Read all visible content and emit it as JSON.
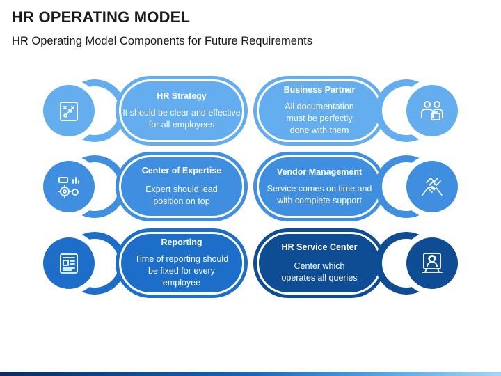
{
  "header": {
    "title": "HR OPERATING MODEL",
    "subtitle": "HR Operating Model Components for Future Requirements"
  },
  "colors": {
    "row1": "#64adee",
    "row2": "#3f8ee0",
    "row3": "#1c6ec8",
    "row3_right": "#0e4d93"
  },
  "items": [
    {
      "title": "HR Strategy",
      "description": "It should be clear and effective for all employees",
      "icon": "strategy-board-icon"
    },
    {
      "title": "Business Partner",
      "description": "All documentation must be perfectly done with them",
      "icon": "business-partners-icon"
    },
    {
      "title": "Center of Expertise",
      "description": "Expert should lead position on top",
      "icon": "gears-chart-icon"
    },
    {
      "title": "Vendor Management",
      "description": "Service comes on time and with complete support",
      "icon": "handshake-icon"
    },
    {
      "title": "Reporting",
      "description": "Time of reporting should be fixed for every employee",
      "icon": "report-document-icon"
    },
    {
      "title": "HR Service Center",
      "description": "Center which operates all queries",
      "icon": "support-agent-icon"
    }
  ]
}
